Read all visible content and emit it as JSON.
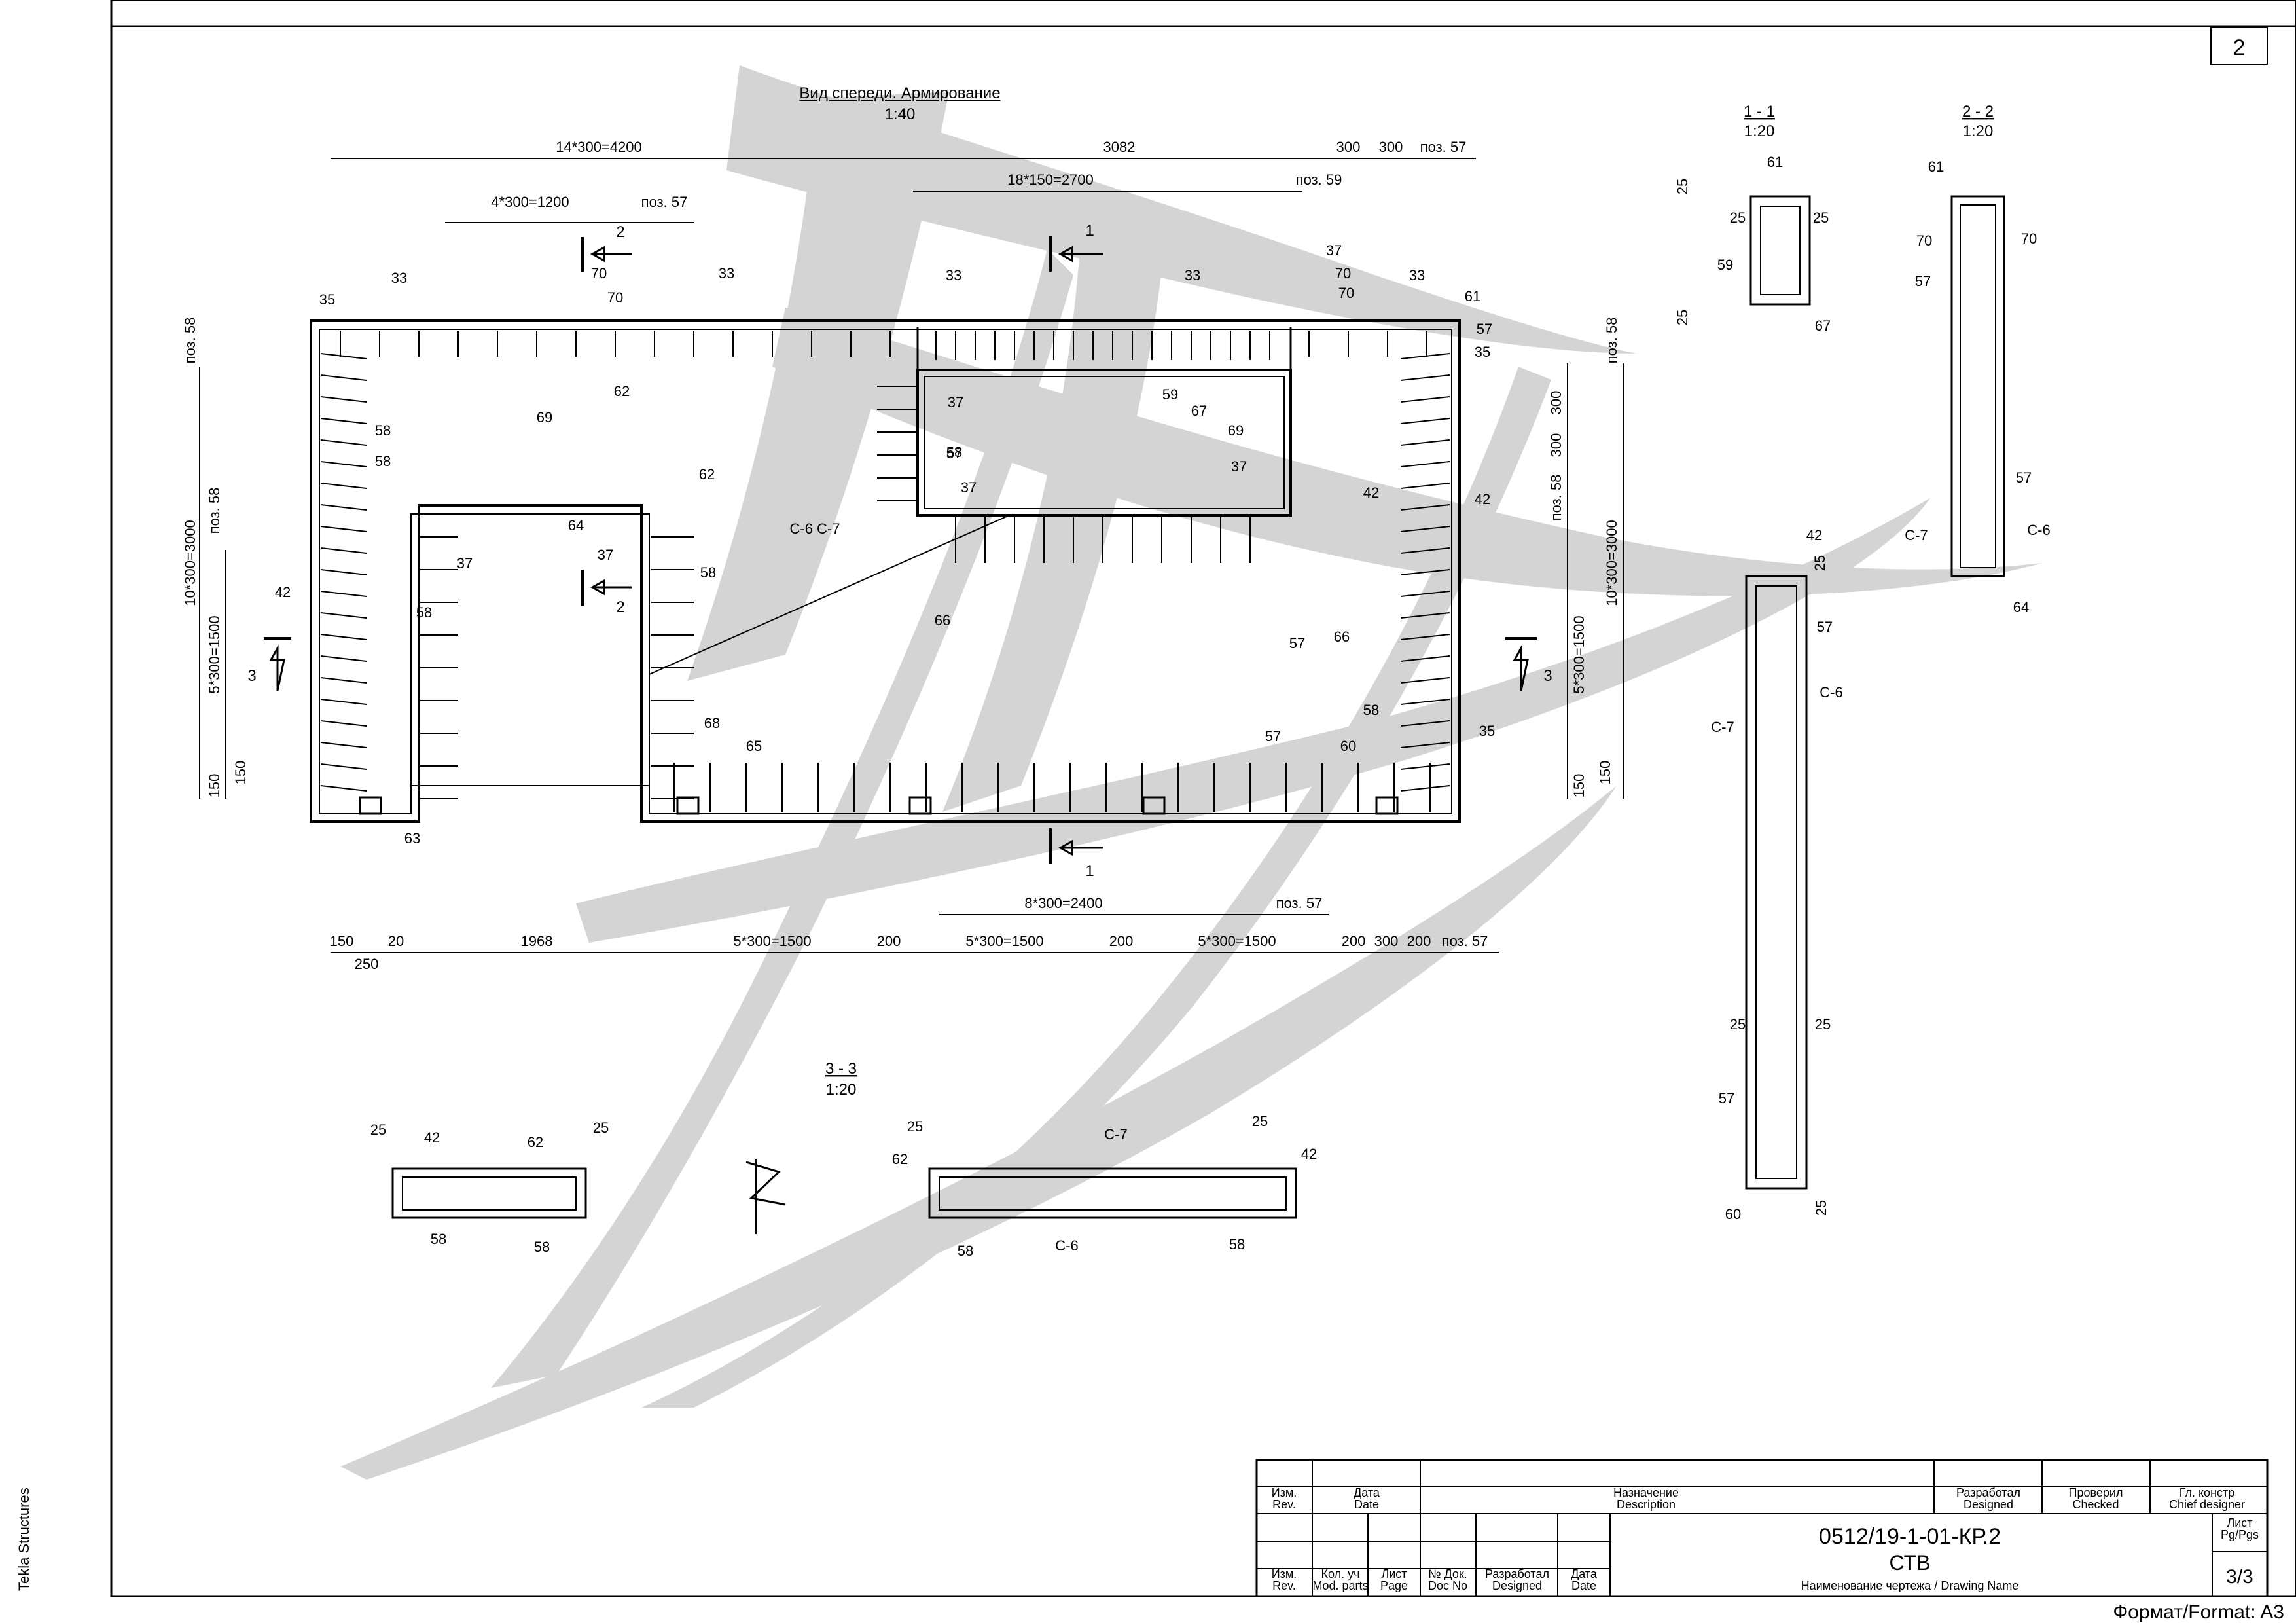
{
  "sheet": {
    "page_number": "2",
    "side_label": "Tekla Structures",
    "format_label": "Формат/Format: A3"
  },
  "front_view": {
    "title": "Вид спереди. Армирование",
    "scale": "1:40",
    "top_dims": [
      "14*300=4200",
      "3082",
      "300",
      "300",
      "поз. 57",
      "18*150=2700",
      "поз. 59",
      "4*300=1200",
      "поз. 57"
    ],
    "bottom_dims": [
      "150",
      "20",
      "250",
      "1968",
      "5*300=1500",
      "200",
      "5*300=1500",
      "200",
      "5*300=1500",
      "200",
      "300",
      "200",
      "поз. 57",
      "8*300=2400",
      "поз. 57"
    ],
    "left_dims": [
      "поз. 58",
      "10*300=3000",
      "поз. 58",
      "5*300=1500",
      "150",
      "150"
    ],
    "right_dims": [
      "поз. 58",
      "300",
      "300",
      "поз. 58",
      "10*300=3000",
      "5*300=1500",
      "150",
      "150"
    ],
    "section_marks": [
      "1",
      "1",
      "2",
      "2",
      "3",
      "3"
    ],
    "cut_label": "С-6 С-7",
    "position_labels": [
      "35",
      "33",
      "70",
      "70",
      "33",
      "33",
      "33",
      "37",
      "70",
      "70",
      "33",
      "61",
      "57",
      "35",
      "62",
      "69",
      "58",
      "37",
      "59",
      "67",
      "69",
      "58",
      "62",
      "64",
      "57",
      "37",
      "37",
      "37",
      "58",
      "37",
      "58",
      "42",
      "42",
      "42",
      "58",
      "58",
      "66",
      "57",
      "66",
      "68",
      "65",
      "57",
      "60",
      "58",
      "35",
      "63"
    ]
  },
  "section_1_1": {
    "title": "1 - 1",
    "scale": "1:20",
    "labels": [
      "25",
      "61",
      "25",
      "25",
      "59",
      "25",
      "67"
    ]
  },
  "section_2_2": {
    "title": "2 - 2",
    "scale": "1:20",
    "labels": [
      "61",
      "70",
      "70",
      "57",
      "57",
      "С-7",
      "С-6",
      "64"
    ]
  },
  "section_tall": {
    "labels": [
      "42",
      "25",
      "57",
      "С-6",
      "С-7",
      "25",
      "25",
      "57",
      "60",
      "25"
    ]
  },
  "section_3_3": {
    "title": "3 - 3",
    "scale": "1:20",
    "labels": [
      "25",
      "42",
      "62",
      "25",
      "58",
      "58",
      "25",
      "С-7",
      "25",
      "62",
      "42",
      "58",
      "С-6",
      "58"
    ]
  },
  "title_block": {
    "rev": "Изм.\nRev.",
    "date": "Дата\nDate",
    "description": "Назначение\nDescription",
    "designed": "Разработал\nDesigned",
    "checked": "Проверил\nChecked",
    "chief": "Гл. констр\nChief designer",
    "mod_parts": "Кол. уч\nMod. parts",
    "page": "Лист\nPage",
    "doc_no": "№ Док.\nDoc No",
    "designed2": "Разработал\nDesigned",
    "date2": "Дата\nDate",
    "sheet_label": "Лист\nPg/Pgs",
    "drawing_code": "0512/19-1-01-КР.2",
    "drawing_title": "СТВ",
    "drawing_name_label": "Наименование чертежа / Drawing Name",
    "pages": "3/3"
  }
}
